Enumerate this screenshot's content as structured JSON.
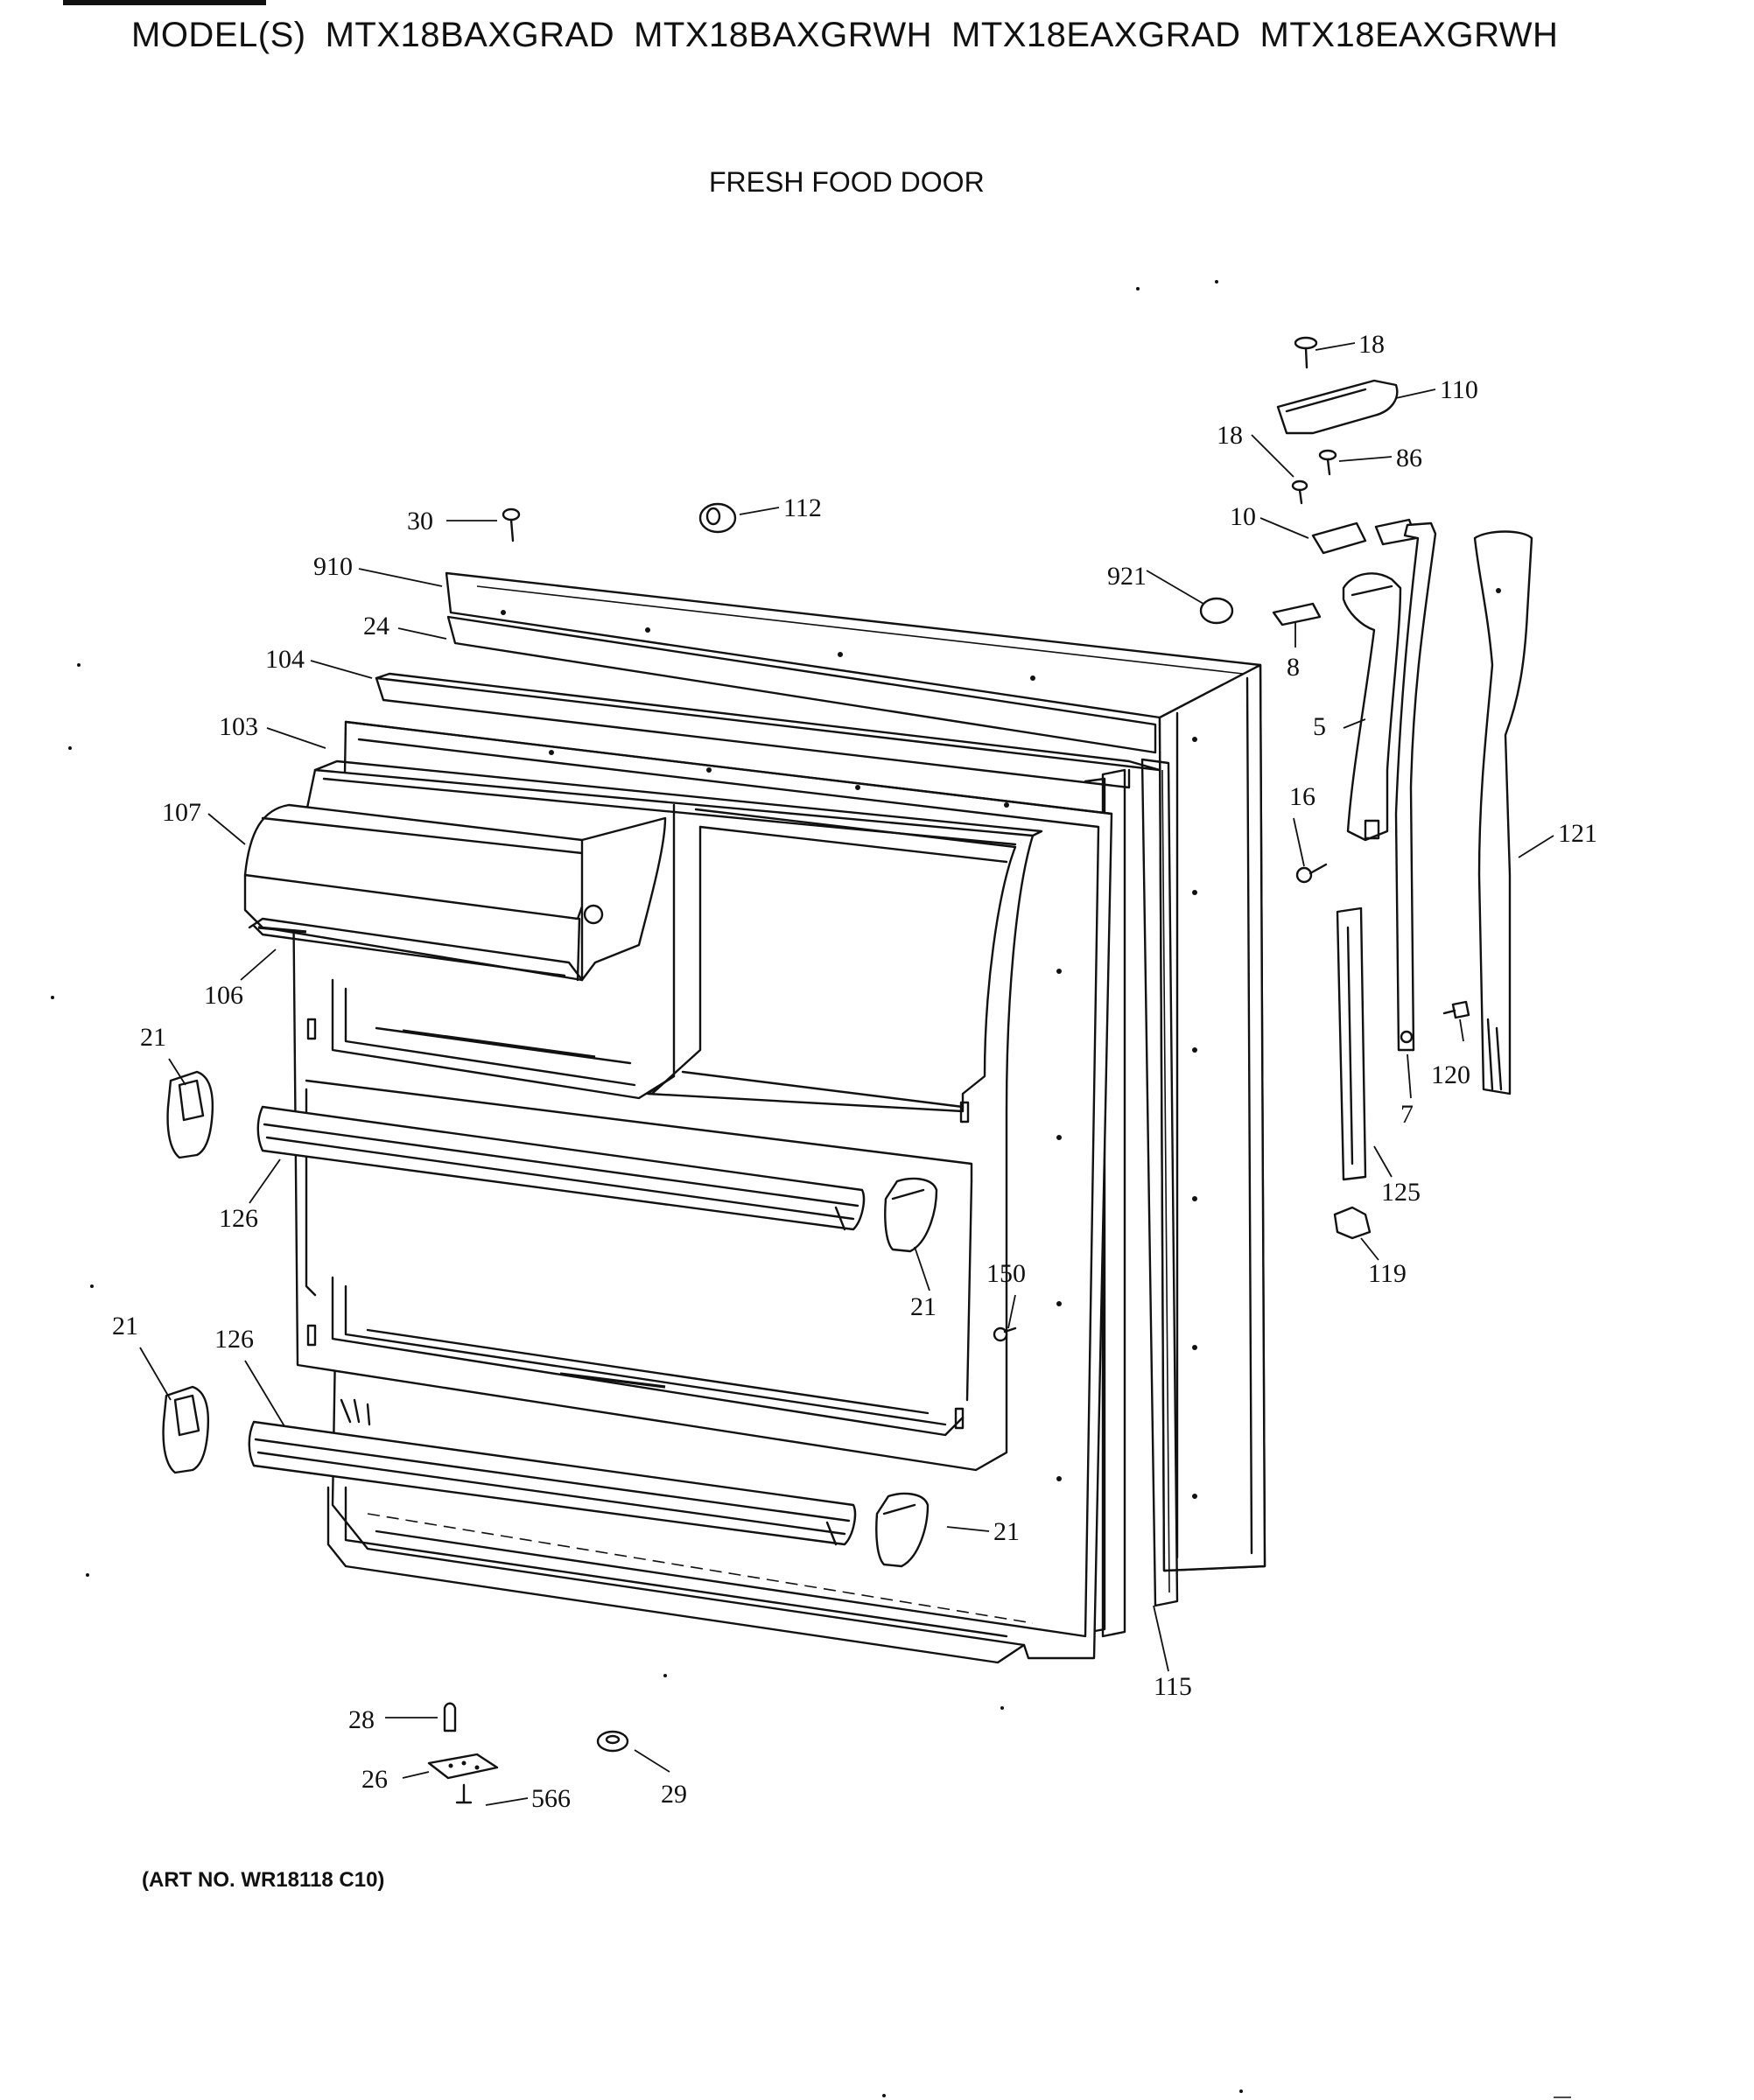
{
  "header": {
    "prefix": "MODEL(S)",
    "models": [
      "MTX18BAXGRAD",
      "MTX18BAXGRWH",
      "MTX18EAXGRAD",
      "MTX18EAXGRWH"
    ]
  },
  "section_title": "FRESH FOOD DOOR",
  "art_number": "(ART NO. WR18118 C10)",
  "callouts": {
    "c18a": "18",
    "c110": "110",
    "c18b": "18",
    "c86": "86",
    "c30": "30",
    "c112": "112",
    "c10": "10",
    "c910": "910",
    "c921": "921",
    "c24": "24",
    "c8": "8",
    "c104": "104",
    "c103": "103",
    "c5": "5",
    "c107": "107",
    "c16": "16",
    "c121": "121",
    "c106": "106",
    "c21a": "21",
    "c120": "120",
    "c7": "7",
    "c126a": "126",
    "c125": "125",
    "c150": "150",
    "c119": "119",
    "c21b": "21",
    "c21c": "21",
    "c126b": "126",
    "c21d": "21",
    "c115": "115",
    "c28": "28",
    "c26": "26",
    "c566": "566",
    "c29": "29"
  }
}
